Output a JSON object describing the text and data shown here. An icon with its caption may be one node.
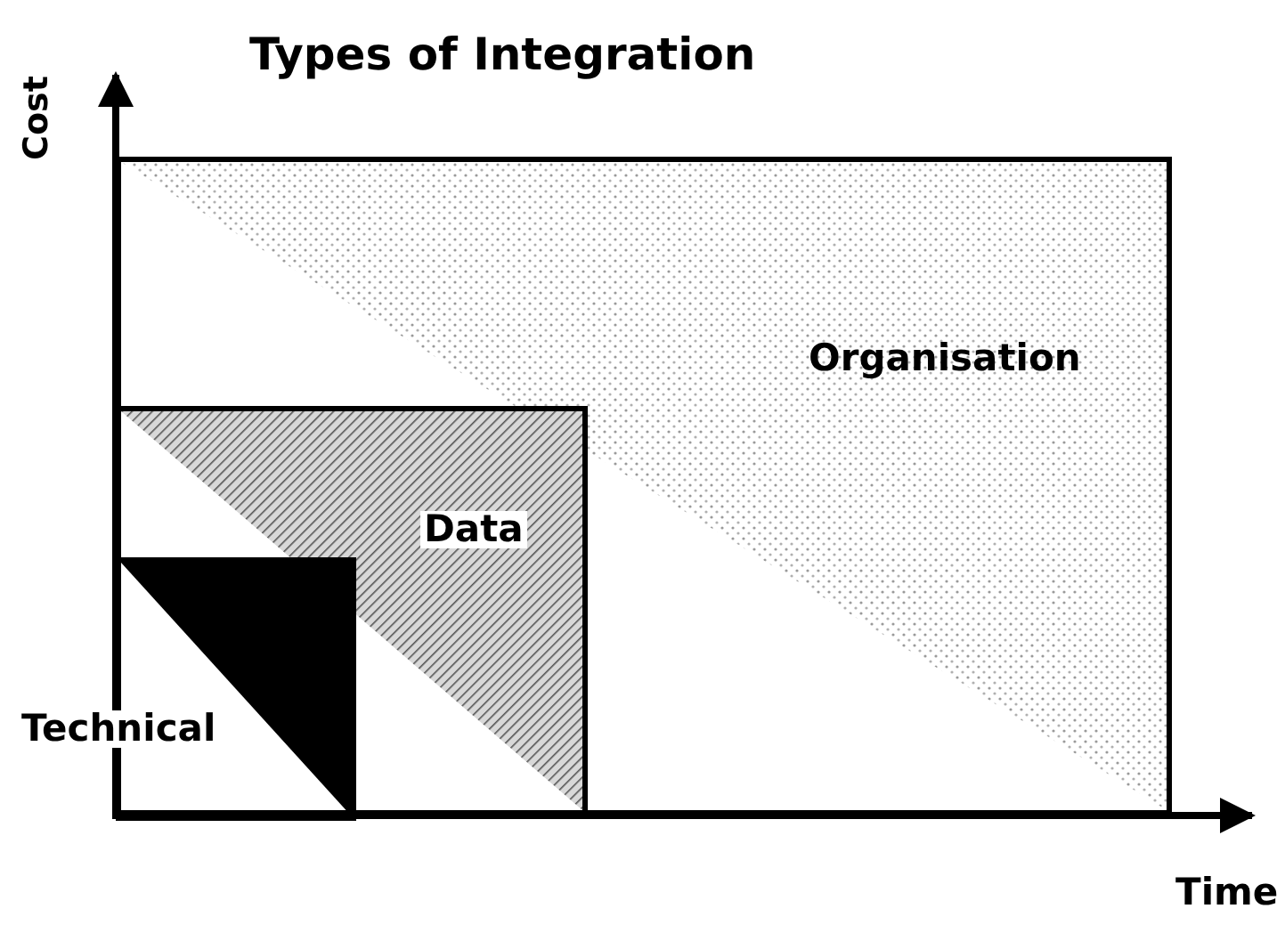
{
  "diagram": {
    "title": "Types of Integration",
    "nodes": [
      {
        "text": [
          "Organisation"
        ]
      },
      {
        "text": [
          "Data"
        ],
        "in": 0
      },
      {
        "text": [
          "Technical"
        ],
        "in": 1
      }
    ],
    "labels": [
      "Cost",
      "Time"
    ]
  }
}
